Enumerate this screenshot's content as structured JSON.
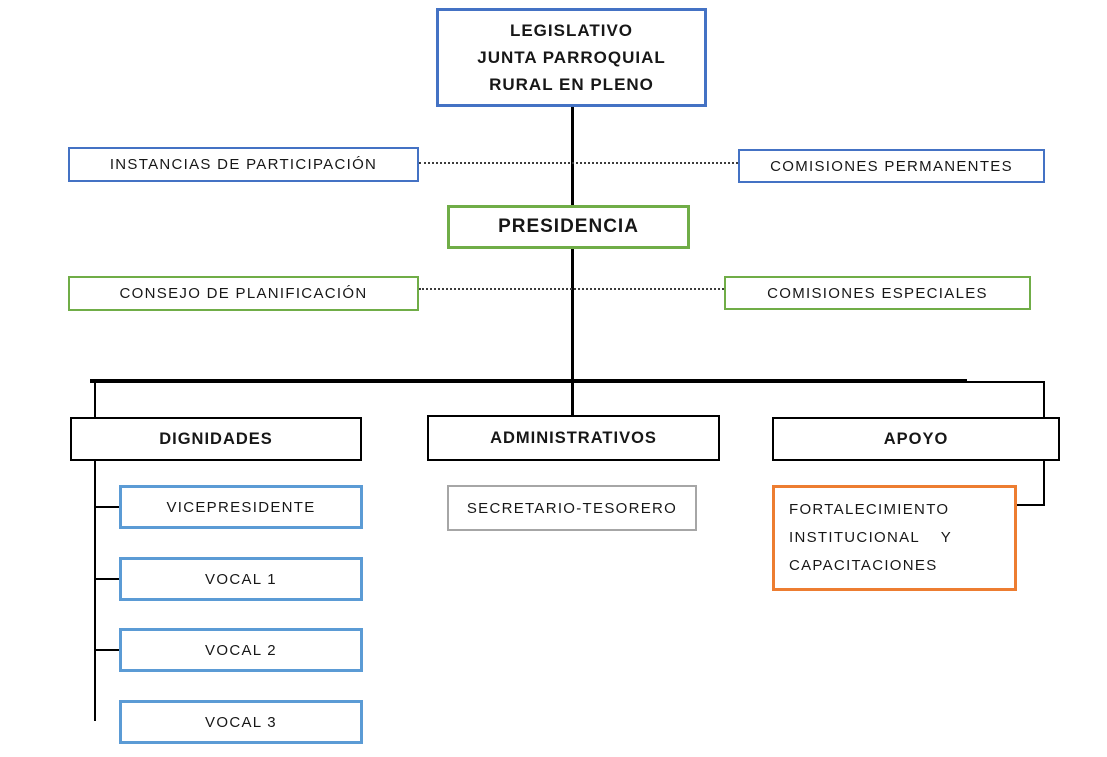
{
  "colors": {
    "blue": "#4472C4",
    "light_blue": "#5B9BD5",
    "green": "#70AD47",
    "orange": "#ED7D31",
    "gray": "#A6A6A6",
    "black": "#000000",
    "background": "#FFFFFF"
  },
  "org_chart": {
    "legislativo": {
      "lines": [
        "LEGISLATIVO",
        "JUNTA PARROQUIAL",
        "RURAL EN PLENO"
      ]
    },
    "instancias_participacion": {
      "label": "INSTANCIAS DE PARTICIPACIÓN"
    },
    "comisiones_permanentes": {
      "label": "COMISIONES PERMANENTES"
    },
    "presidencia": {
      "label": "PRESIDENCIA"
    },
    "consejo_planificacion": {
      "label": "CONSEJO DE PLANIFICACIÓN"
    },
    "comisiones_especiales": {
      "label": "COMISIONES ESPECIALES"
    },
    "dignidades": {
      "label": "DIGNIDADES"
    },
    "administrativos": {
      "label": "ADMINISTRATIVOS"
    },
    "apoyo": {
      "label": "APOYO"
    },
    "vicepresidente": {
      "label": "VICEPRESIDENTE"
    },
    "vocal_1": {
      "label": "VOCAL 1"
    },
    "vocal_2": {
      "label": "VOCAL 2"
    },
    "vocal_3": {
      "label": "VOCAL 3"
    },
    "secretario_tesorero": {
      "label": "SECRETARIO-TESORERO"
    },
    "fortalecimiento": {
      "lines": [
        "FORTALECIMIENTO",
        "INSTITUCIONAL Y",
        "CAPACITACIONES"
      ]
    }
  }
}
